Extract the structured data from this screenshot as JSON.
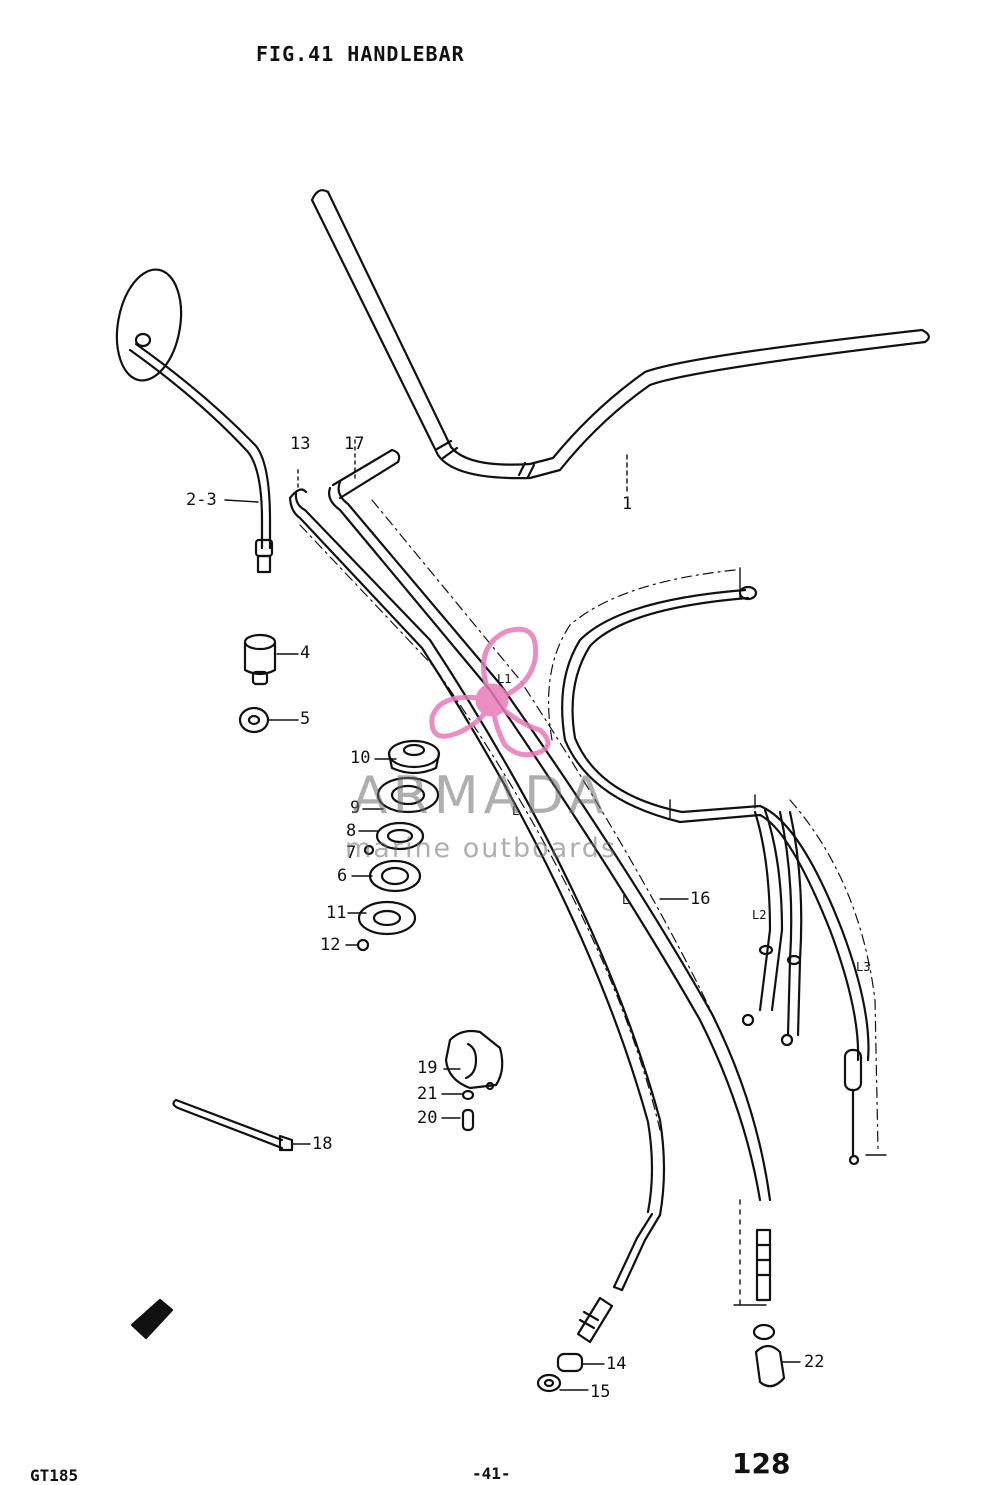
{
  "figure": {
    "title": "FIG.41   HANDLEBAR"
  },
  "callouts": {
    "p1": "1",
    "p2_3": "2-3",
    "p4": "4",
    "p5": "5",
    "p6": "6",
    "p7": "7",
    "p8": "8",
    "p9": "9",
    "p10": "10",
    "p11": "11",
    "p12": "12",
    "p13": "13",
    "p14": "14",
    "p15": "15",
    "p16": "16",
    "p17": "17",
    "p18": "18",
    "p19": "19",
    "p20": "20",
    "p21": "21",
    "p22": "22"
  },
  "cable_labels": {
    "l1": "L1",
    "l_upper": "L",
    "l_lower": "L",
    "l2": "L2",
    "l3": "L3"
  },
  "watermark": {
    "brand": "ARMADA",
    "tagline": "marine outboards",
    "accent_color": "#e87ab8"
  },
  "footer": {
    "model": "GT185",
    "page_code": "-41-",
    "page_number": "128"
  },
  "colors": {
    "ink": "#111111",
    "paper": "#ffffff"
  }
}
